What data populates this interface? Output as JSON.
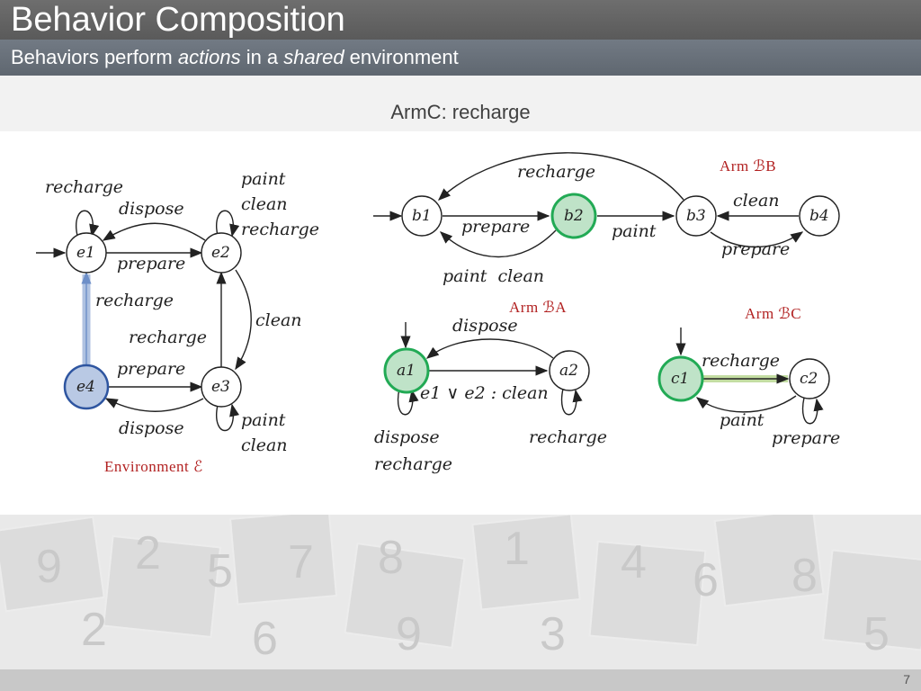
{
  "slide": {
    "title": "Behavior Composition",
    "subtitle_parts": [
      "Behaviors perform ",
      "actions",
      " in a ",
      "shared",
      " environment"
    ],
    "caption": "ArmC: recharge",
    "page_number": "7"
  },
  "environment": {
    "heading": "Environment ℰ",
    "states": [
      "e1",
      "e2",
      "e3",
      "e4"
    ],
    "labels": {
      "e1_self": "recharge",
      "e2_self": [
        "paint",
        "clean",
        "recharge"
      ],
      "e2_to_e1": "dispose",
      "e1_to_e2": "prepare",
      "e4_to_e1": "recharge",
      "e3_to_e2": "recharge",
      "e2_to_e3": "clean",
      "e4_to_e3": "prepare",
      "e3_to_e4": "dispose",
      "e3_self": [
        "paint",
        "clean"
      ]
    }
  },
  "arm_b": {
    "heading": "Arm ℬB",
    "states": [
      "b1",
      "b2",
      "b3",
      "b4"
    ],
    "labels": {
      "b3_to_b1": "recharge",
      "b1_to_b2": "prepare",
      "b2_to_b3": "paint",
      "b2_to_b1": "paint  clean",
      "b4_to_b3": "clean",
      "b3_to_b4": "prepare"
    }
  },
  "arm_a": {
    "heading": "Arm ℬA",
    "states": [
      "a1",
      "a2"
    ],
    "labels": {
      "a2_to_a1": "dispose",
      "a1_to_a2": "e1 ∨ e2 : clean",
      "a1_self": [
        "dispose",
        "recharge"
      ],
      "a2_self": "recharge"
    }
  },
  "arm_c": {
    "heading": "Arm ℬC",
    "states": [
      "c1",
      "c2"
    ],
    "labels": {
      "c1_to_c2": "recharge",
      "c2_to_c1": "paint",
      "c2_self": "prepare"
    }
  },
  "colors": {
    "highlight_blue": "#4a72b0",
    "highlight_green": "#22aa55",
    "heading_red": "#b22222"
  }
}
